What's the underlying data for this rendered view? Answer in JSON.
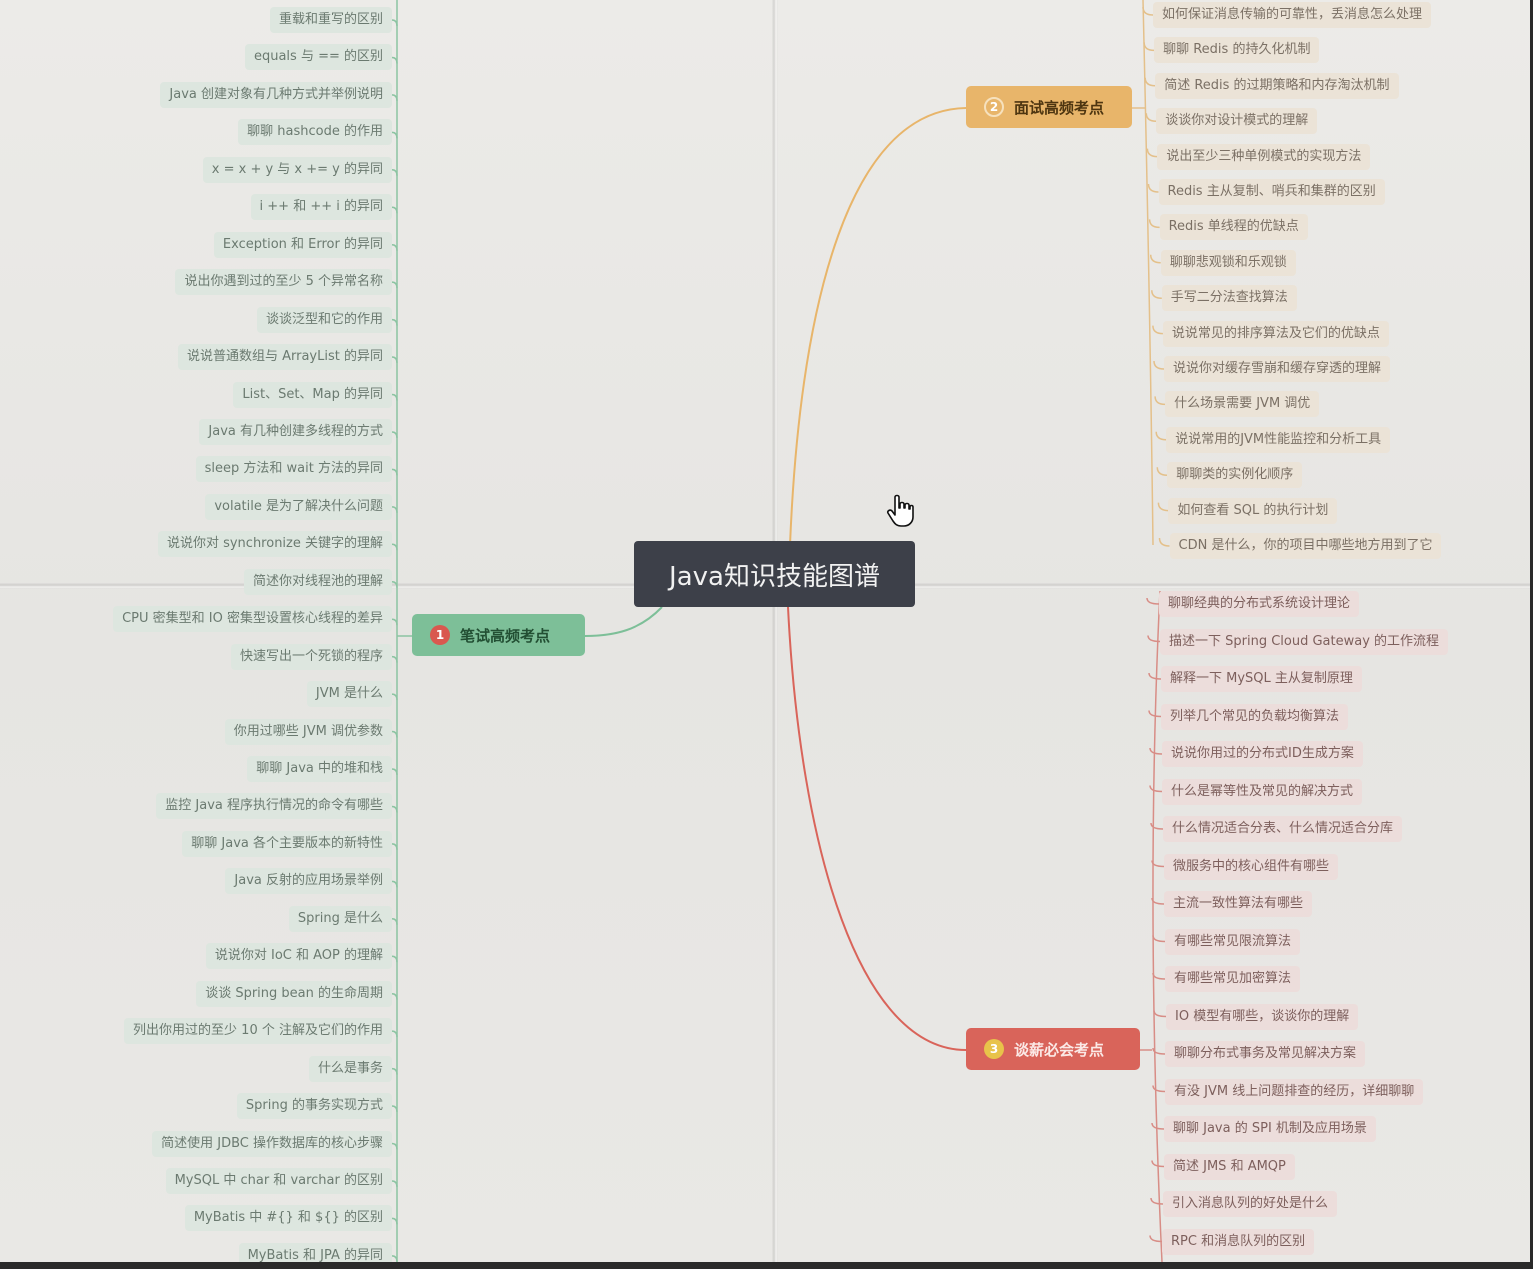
{
  "center": {
    "title": "Java知识技能图谱"
  },
  "colors": {
    "green": "#7dbf98",
    "orange": "#e8b56a",
    "red": "#d9645a",
    "center": "#3d4049"
  },
  "branches": [
    {
      "number": "1",
      "title": "笔试高频考点",
      "items": [
        "重载和重写的区别",
        "equals 与 == 的区别",
        "Java 创建对象有几种方式并举例说明",
        "聊聊 hashcode 的作用",
        "x = x + y 与 x += y 的异同",
        "i ++ 和 ++ i 的异同",
        "Exception 和 Error 的异同",
        "说出你遇到过的至少 5 个异常名称",
        "谈谈泛型和它的作用",
        "说说普通数组与 ArrayList 的异同",
        "List、Set、Map 的异同",
        "Java 有几种创建多线程的方式",
        "sleep 方法和 wait 方法的异同",
        "volatile 是为了解决什么问题",
        "说说你对 synchronize 关键字的理解",
        "简述你对线程池的理解",
        "CPU 密集型和 IO 密集型设置核心线程的差异",
        "快速写出一个死锁的程序",
        "JVM 是什么",
        "你用过哪些 JVM 调优参数",
        "聊聊 Java 中的堆和栈",
        "监控 Java 程序执行情况的命令有哪些",
        "聊聊 Java 各个主要版本的新特性",
        "Java 反射的应用场景举例",
        "Spring 是什么",
        "说说你对 IoC 和 AOP 的理解",
        "谈谈 Spring bean 的生命周期",
        "列出你用过的至少 10 个 注解及它们的作用",
        "什么是事务",
        "Spring 的事务实现方式",
        "简述使用 JDBC 操作数据库的核心步骤",
        "MySQL 中 char 和 varchar 的区别",
        "MyBatis 中 #{} 和 ${} 的区别",
        "MyBatis 和 JPA 的异同"
      ]
    },
    {
      "number": "2",
      "title": "面试高频考点",
      "items": [
        "如何保证消息传输的可靠性，丢消息怎么处理",
        "聊聊 Redis 的持久化机制",
        "简述 Redis 的过期策略和内存淘汰机制",
        "谈谈你对设计模式的理解",
        "说出至少三种单例模式的实现方法",
        "Redis 主从复制、哨兵和集群的区别",
        "Redis 单线程的优缺点",
        "聊聊悲观锁和乐观锁",
        "手写二分法查找算法",
        "说说常见的排序算法及它们的优缺点",
        "说说你对缓存雪崩和缓存穿透的理解",
        "什么场景需要 JVM 调优",
        "说说常用的JVM性能监控和分析工具",
        "聊聊类的实例化顺序",
        "如何查看 SQL 的执行计划",
        "CDN 是什么，你的项目中哪些地方用到了它"
      ]
    },
    {
      "number": "3",
      "title": "谈薪必会考点",
      "items": [
        "聊聊经典的分布式系统设计理论",
        "描述一下 Spring Cloud Gateway 的工作流程",
        "解释一下 MySQL 主从复制原理",
        "列举几个常见的负载均衡算法",
        "说说你用过的分布式ID生成方案",
        "什么是幂等性及常见的解决方式",
        "什么情况适合分表、什么情况适合分库",
        "微服务中的核心组件有哪些",
        "主流一致性算法有哪些",
        "有哪些常见限流算法",
        "有哪些常见加密算法",
        "IO 模型有哪些，谈谈你的理解",
        "聊聊分布式事务及常见解决方案",
        "有没 JVM 线上问题排查的经历，详细聊聊",
        "聊聊 Java 的 SPI 机制及应用场景",
        "简述 JMS 和 AMQP",
        "引入消息队列的好处是什么",
        "RPC 和消息队列的区别"
      ]
    }
  ]
}
